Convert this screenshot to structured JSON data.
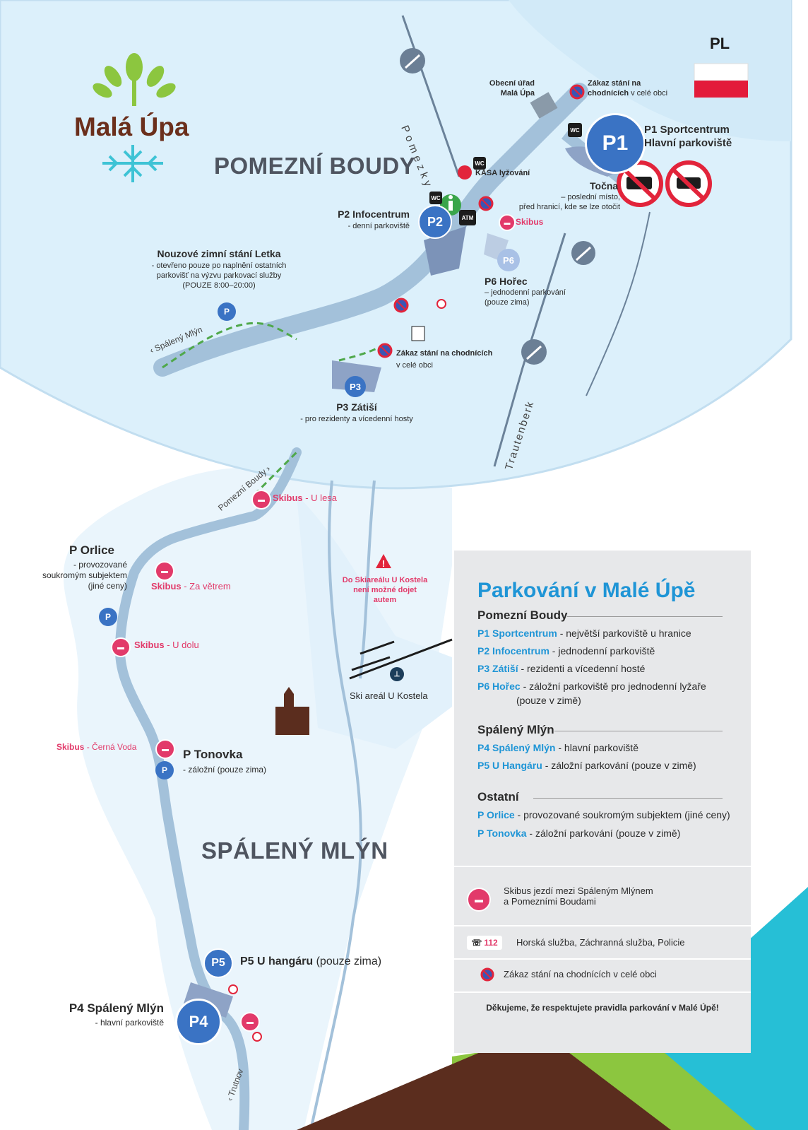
{
  "brand": {
    "name": "Malá Úpa",
    "leaf_color": "#8cc63f",
    "snow_color": "#3ec3d5",
    "text_color": "#6b2f1c"
  },
  "country": {
    "code": "PL"
  },
  "areas": {
    "top": "POMEZNÍ BOUDY",
    "bottom": "SPÁLENÝ MLÝN"
  },
  "roads": {
    "pomezky": "Pomezky",
    "trautenberk": "Trautenberk",
    "spaleny_mlyn": "‹ Spálený Mlýn",
    "pomezni_boudy": "Pomezní Boudy ›",
    "trutnov": "‹ Trutnov"
  },
  "badges": {
    "p1": "P1",
    "p2": "P2",
    "p3": "P3",
    "p4": "P4",
    "p5": "P5",
    "p6": "P6",
    "p": "P",
    "wc": "WC",
    "atm": "ATM",
    "phone": "112"
  },
  "labels": {
    "obecni_urad": "Obecní úřad\nMalá Úpa",
    "zakaz_top_a": "Zákaz stání na",
    "zakaz_top_b": "chodnících",
    "zakaz_top_c": " v celé obci",
    "p1_title": "P1  Sportcentrum\nHlavní parkoviště",
    "kasa": "KASA lyžování",
    "tocna_title": "Točna",
    "tocna_desc": "– poslední místo,\npřed hranicí, kde se lze otočit",
    "skibus": "Skibus",
    "p2_title": "P2 Infocentrum",
    "p2_desc": "- denní parkoviště",
    "letka_title": "Nouzové zimní stání Letka",
    "letka_desc": "- otevřeno pouze po naplnění ostatních\nparkovišť na výzvu parkovací služby\n(POUZE 8:00–20:00)",
    "p6_title": "P6 Hořec",
    "p6_desc": "– jednodenní parkování\n(pouze zima)",
    "zakaz_mid_a": "Zákaz stání na chodnících",
    "zakaz_mid_b": "v celé obci",
    "p3_title": "P3 Zátiší",
    "p3_desc": "- pro rezidenty a vícedenní hosty",
    "skibus_u_lesa": "Skibus",
    "u_lesa": " - U lesa",
    "orlice_title": "P Orlice",
    "orlice_desc": "- provozované\nsoukromým subjektem\n(jiné ceny)",
    "skibus_za_vetrem": "Skibus",
    "za_vetrem": " - Za větrem",
    "skibus_u_dolu": "Skibus",
    "u_dolu": " - U dolu",
    "kostel_warning": "Do Skiareálu U Kostela\nnení možné dojet\nautem",
    "ski_areal": "Ski areál U Kostela",
    "skibus_cerna": "Skibus",
    "cerna_voda": " - Černá Voda",
    "tonovka_title": "P Tonovka",
    "tonovka_desc": "- záložní (pouze zima)",
    "p5_title": "P5 U hangáru",
    "p5_desc": " (pouze zima)",
    "p4_title": "P4 Spálený Mlýn",
    "p4_desc": "- hlavní parkoviště"
  },
  "legend": {
    "title": "Parkování v Malé Úpě",
    "sections": [
      {
        "heading": "Pomezní Boudy",
        "rows": [
          {
            "key": "P1 Sportcentrum",
            "text": " - největší parkoviště u hranice"
          },
          {
            "key": "P2 Infocentrum",
            "text": " - jednodenní parkoviště"
          },
          {
            "key": "P3 Zátiší",
            "text": " - rezidenti a vícedenní hosté"
          },
          {
            "key": "P6 Hořec",
            "text": " - záložní parkoviště pro jednodenní lyžaře"
          },
          {
            "key": "",
            "text": "(pouze v zimě)"
          }
        ]
      },
      {
        "heading": "Spálený Mlýn",
        "rows": [
          {
            "key": "P4 Spálený Mlýn",
            "text": " - hlavní parkoviště"
          },
          {
            "key": "P5 U Hangáru",
            "text": " - záložní parkování (pouze v zimě)"
          }
        ]
      },
      {
        "heading": "Ostatní",
        "rows": [
          {
            "key": "P Orlice",
            "text": " - provozované soukromým subjektem (jiné ceny)"
          },
          {
            "key": "P Tonovka",
            "text": " - záložní parkování (pouze v zimě)"
          }
        ]
      }
    ],
    "skibus_note": "Skibus jezdí mezi Spáleným Mlýnem\na Pomezními Boudami",
    "phone_note": "Horská služba, Záchranná služba, Policie",
    "zakaz_note": "Zákaz stání na chodnících v celé obci",
    "thanks": "Děkujeme, že respektujete pravidla parkování v Malé Úpě!"
  },
  "colors": {
    "sky": "#dff1fb",
    "road": "#a8c6dd",
    "parking_blue": "#3a73c4",
    "pink": "#e23a6a",
    "accent": "#1f95d6",
    "green": "#8cc63f",
    "teal": "#26bfd6",
    "brown": "#5b2d1e"
  }
}
